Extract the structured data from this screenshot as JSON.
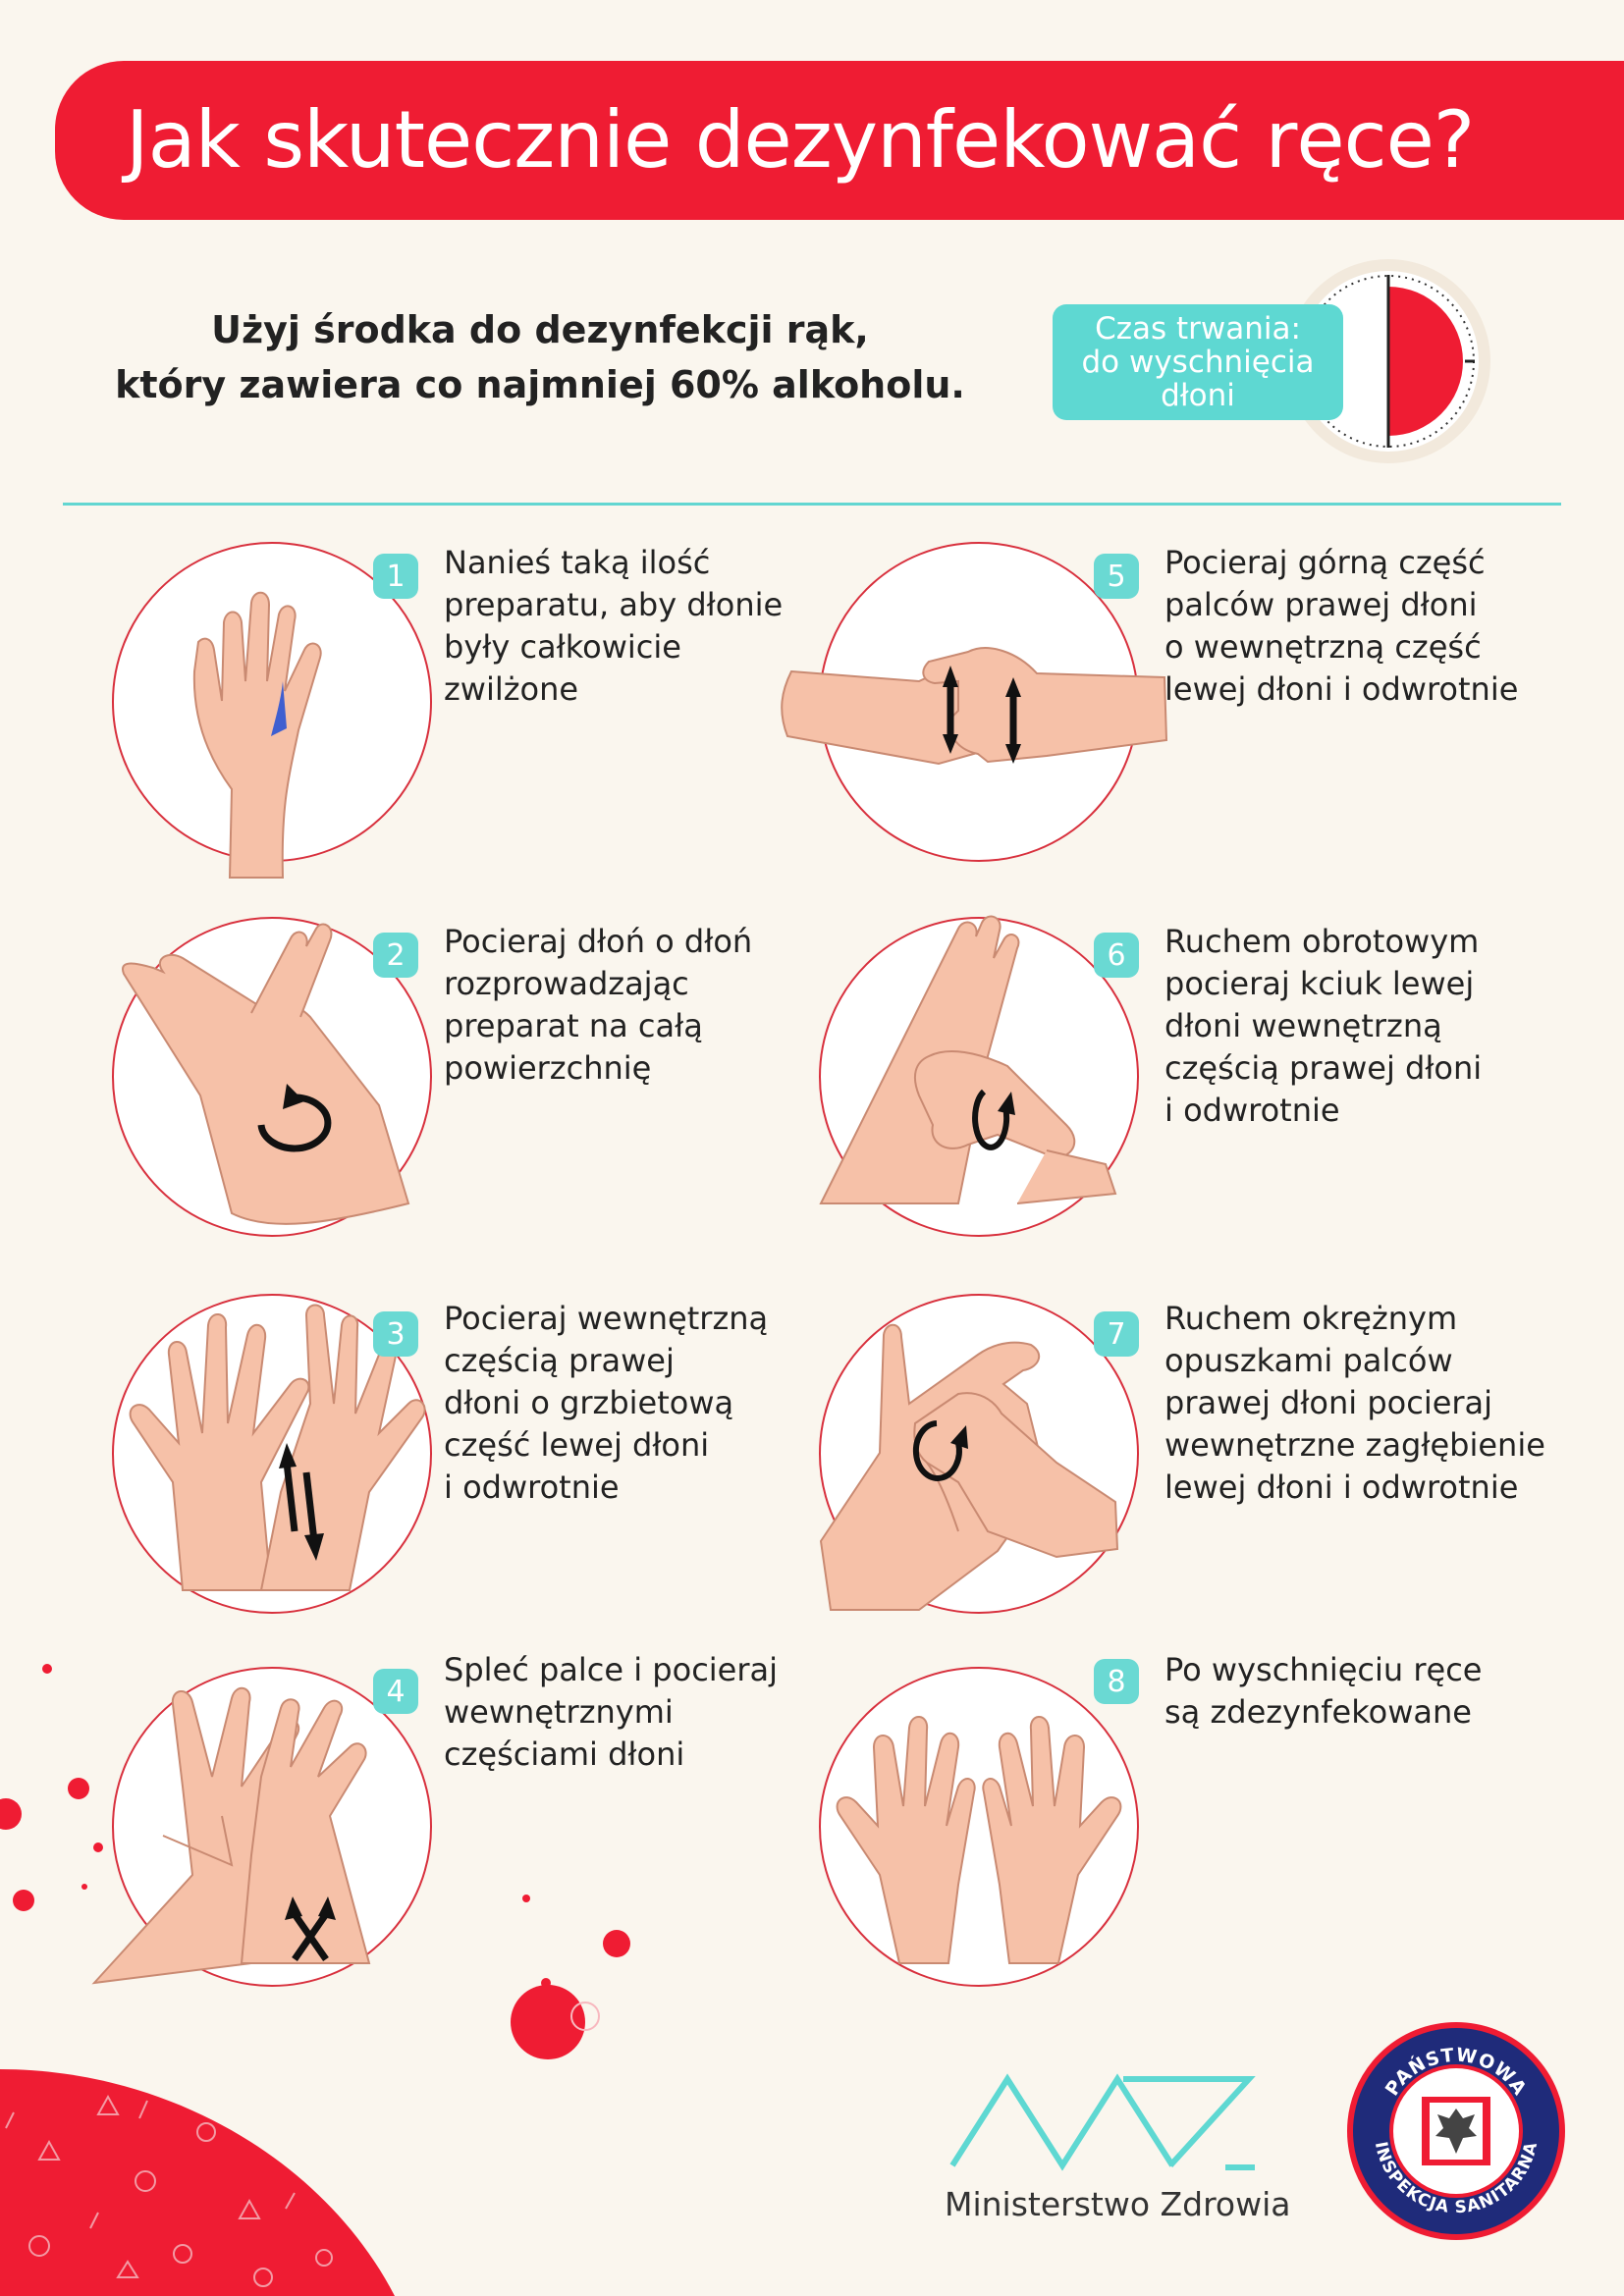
{
  "header": {
    "title": "Jak skutecznie dezynfekować ręce?"
  },
  "intro": {
    "lines": [
      "Użyj środka do dezynfekcji rąk,",
      "który zawiera co najmniej 60% alkoholu."
    ]
  },
  "duration": {
    "lines": [
      "Czas trwania:",
      "do wyschnięcia",
      "dłoni"
    ]
  },
  "steps": [
    {
      "number": "1",
      "lines": [
        "Nanieś taką ilość",
        "preparatu, aby dłonie",
        "były całkowicie",
        "zwilżone"
      ],
      "icon": "hand-with-gel-icon"
    },
    {
      "number": "2",
      "lines": [
        "Pocieraj dłoń o dłoń",
        "rozprowadzając",
        "preparat na całą",
        "powierzchnię"
      ],
      "icon": "palm-to-palm-icon"
    },
    {
      "number": "3",
      "lines": [
        "Pocieraj wewnętrzną",
        "częścią prawej",
        "dłoni o grzbietową",
        "część lewej dłoni",
        "i odwrotnie"
      ],
      "icon": "palm-over-back-icon"
    },
    {
      "number": "4",
      "lines": [
        "Spleć palce i pocieraj",
        "wewnętrznymi",
        "częściami dłoni"
      ],
      "icon": "interlaced-fingers-icon"
    },
    {
      "number": "5",
      "lines": [
        "Pocieraj górną część",
        "palców prawej dłoni",
        "o wewnętrzną część",
        "lewej dłoni i odwrotnie"
      ],
      "icon": "interlocked-fingers-icon"
    },
    {
      "number": "6",
      "lines": [
        "Ruchem obrotowym",
        "pocieraj kciuk lewej",
        "dłoni wewnętrzną",
        "częścią prawej dłoni",
        "i odwrotnie"
      ],
      "icon": "thumb-rotation-icon"
    },
    {
      "number": "7",
      "lines": [
        "Ruchem okrężnym",
        "opuszkami palców",
        "prawej dłoni pocieraj",
        "wewnętrzne zagłębienie",
        "lewej dłoni i odwrotnie"
      ],
      "icon": "fingertips-circular-icon"
    },
    {
      "number": "8",
      "lines": [
        "Po wyschnięciu ręce",
        "są zdezynfekowane"
      ],
      "icon": "clean-hands-icon"
    }
  ],
  "footer": {
    "ministry": "Ministerstwo Zdrowia",
    "inspection_top": "PAŃSTWOWA",
    "inspection_bottom": "INSPEKCJA SANITARNA"
  },
  "colors": {
    "accent_red": "#ef1c33",
    "teal": "#5ed8d2",
    "skin": "#f6c1a8",
    "background": "#faf6ee"
  }
}
